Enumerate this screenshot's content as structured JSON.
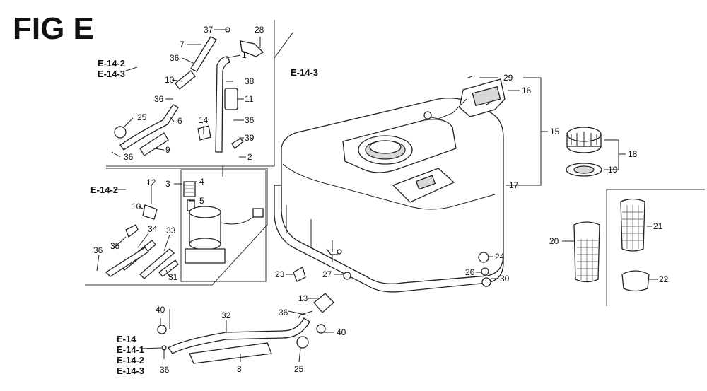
{
  "figure_title": "FIG E",
  "references": [
    "E-14-2",
    "E-14-3",
    "E-14-3",
    "E-14-2",
    "E-14",
    "E-14-1",
    "E-14-2",
    "E-14-3"
  ],
  "callouts": [
    "37",
    "7",
    "28",
    "36",
    "1",
    "10",
    "38",
    "36",
    "11",
    "25",
    "6",
    "14",
    "36",
    "39",
    "36",
    "9",
    "2",
    "3",
    "4",
    "12",
    "10",
    "5",
    "35",
    "34",
    "33",
    "36",
    "31",
    "29",
    "16",
    "15",
    "18",
    "19",
    "17",
    "21",
    "20",
    "22",
    "24",
    "26",
    "30",
    "23",
    "27",
    "13",
    "40",
    "32",
    "36",
    "40",
    "36",
    "8",
    "25"
  ]
}
